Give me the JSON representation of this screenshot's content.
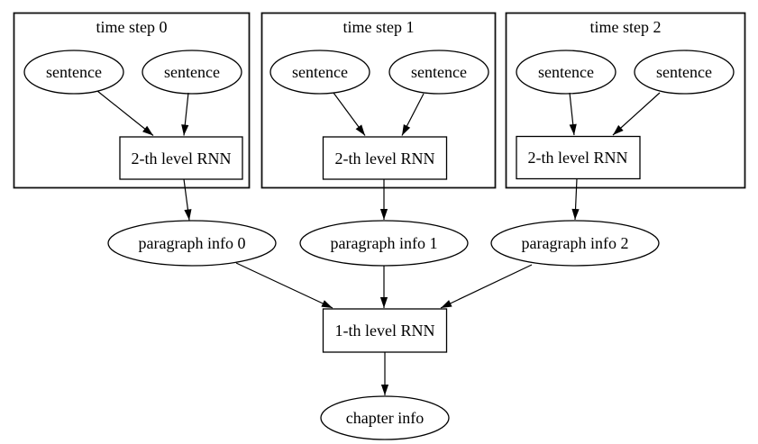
{
  "colors": {
    "background": "#ffffff",
    "line": "#000000",
    "text": "#000000"
  },
  "diagram": {
    "kind": "hierarchical-rnn-flow-diagram",
    "clusters": [
      {
        "label": "time step 0",
        "sentence_left": "sentence",
        "sentence_right": "sentence",
        "rnn": "2-th level RNN"
      },
      {
        "label": "time step 1",
        "sentence_left": "sentence",
        "sentence_right": "sentence",
        "rnn": "2-th level RNN"
      },
      {
        "label": "time step 2",
        "sentence_left": "sentence",
        "sentence_right": "sentence",
        "rnn": "2-th level RNN"
      }
    ],
    "nodes": {
      "paragraph_info_0": "paragraph info 0",
      "paragraph_info_1": "paragraph info 1",
      "paragraph_info_2": "paragraph info 2",
      "level1_rnn": "1-th level RNN",
      "chapter_info": "chapter info"
    },
    "edges": [
      {
        "from": "sentence (time step 0, left)",
        "to": "2-th level RNN (time step 0)"
      },
      {
        "from": "sentence (time step 0, right)",
        "to": "2-th level RNN (time step 0)"
      },
      {
        "from": "2-th level RNN (time step 0)",
        "to": "paragraph info 0"
      },
      {
        "from": "sentence (time step 1, left)",
        "to": "2-th level RNN (time step 1)"
      },
      {
        "from": "sentence (time step 1, right)",
        "to": "2-th level RNN (time step 1)"
      },
      {
        "from": "2-th level RNN (time step 1)",
        "to": "paragraph info 1"
      },
      {
        "from": "sentence (time step 2, left)",
        "to": "2-th level RNN (time step 2)"
      },
      {
        "from": "sentence (time step 2, right)",
        "to": "2-th level RNN (time step 2)"
      },
      {
        "from": "2-th level RNN (time step 2)",
        "to": "paragraph info 2"
      },
      {
        "from": "paragraph info 0",
        "to": "1-th level RNN"
      },
      {
        "from": "paragraph info 1",
        "to": "1-th level RNN"
      },
      {
        "from": "paragraph info 2",
        "to": "1-th level RNN"
      },
      {
        "from": "1-th level RNN",
        "to": "chapter info"
      }
    ]
  }
}
